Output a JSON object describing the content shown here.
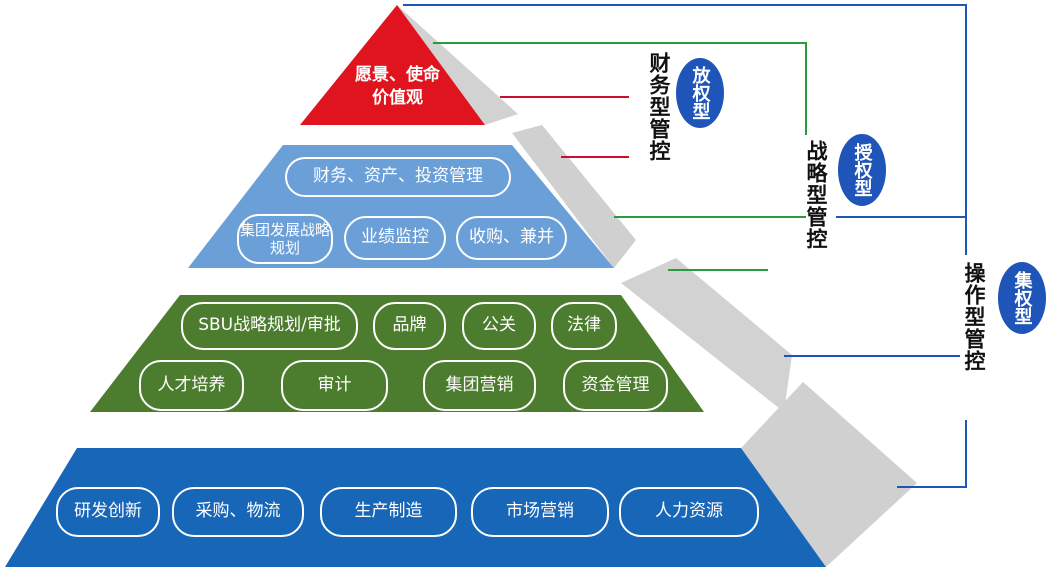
{
  "colors": {
    "apex": "#e0141e",
    "tier2": "#6b9fd8",
    "tier3": "#4c7d2e",
    "tier4": "#1866b8",
    "side": "#d2d2d2",
    "badge": "#1f55b8",
    "line_red": "#c8102e",
    "line_green": "#2a9a3a",
    "line_blue": "#1f55b8"
  },
  "apex": {
    "line1": "愿景、使命",
    "line2": "价值观"
  },
  "tier2": {
    "top": "财务、资产、投资管理",
    "bottom": [
      "集团发展战略规划",
      "业绩监控",
      "收购、兼并"
    ]
  },
  "tier3": {
    "row1": [
      "SBU战略规划/审批",
      "品牌",
      "公关",
      "法律"
    ],
    "row2": [
      "人才培养",
      "审计",
      "集团营销",
      "资金管理"
    ]
  },
  "tier4": {
    "items": [
      "研发创新",
      "采购、物流",
      "生产制造",
      "市场营销",
      "人力资源"
    ]
  },
  "controls": [
    {
      "label": "财务型管控",
      "badge": "放权型"
    },
    {
      "label": "战略型管控",
      "badge": "授权型"
    },
    {
      "label": "操作型管控",
      "badge": "集权型"
    }
  ]
}
